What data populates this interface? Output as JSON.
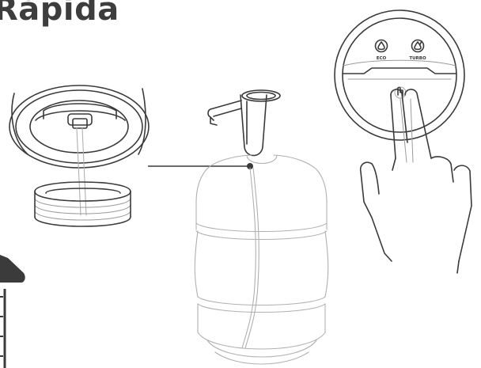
{
  "title": "Rápida",
  "colors": {
    "title": "#3d3d3d",
    "line": "#3a3a3a",
    "light_line": "#a0a0a0"
  },
  "panel": {
    "eco_label": "ECO",
    "turbo_label": "TURBO"
  },
  "icons": [
    "eco-drop-icon",
    "turbo-drop-icon",
    "touch-icon",
    "hand-icon"
  ]
}
